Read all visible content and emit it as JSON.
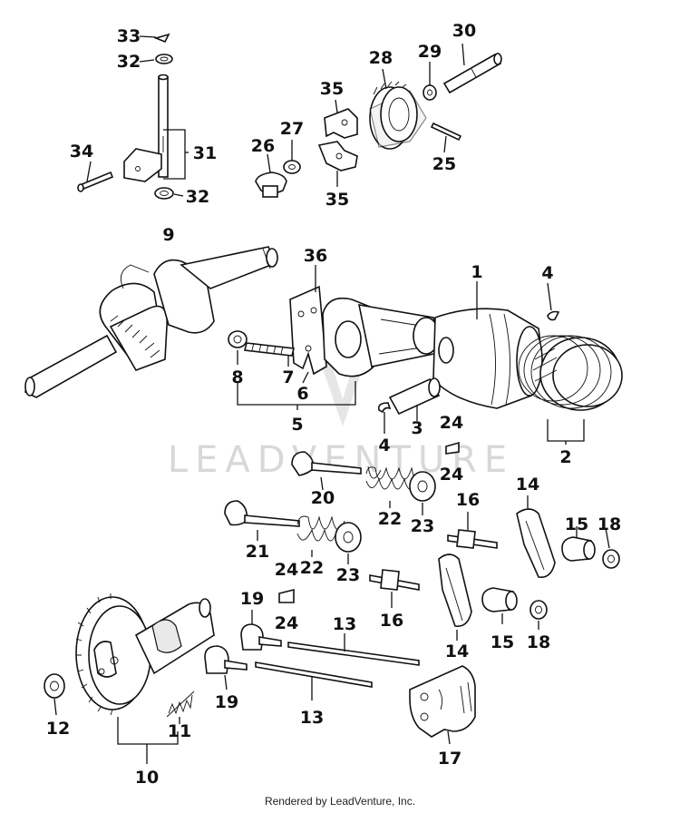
{
  "watermark": {
    "text": "LEADVENTURE"
  },
  "footer": {
    "text": "Rendered by LeadVenture, Inc."
  },
  "callouts": {
    "c33": "33",
    "c32a": "32",
    "c32b": "32",
    "c34": "34",
    "c31": "31",
    "c26": "26",
    "c27": "27",
    "c35a": "35",
    "c35b": "35",
    "c28": "28",
    "c29": "29",
    "c30": "30",
    "c25": "25",
    "c9": "9",
    "c36": "36",
    "c1": "1",
    "c4a": "4",
    "c4b": "4",
    "c8": "8",
    "c7": "7",
    "c6": "6",
    "c5": "5",
    "c3": "3",
    "c24a": "24",
    "c24b": "24",
    "c24c": "24",
    "c24d": "24",
    "c2": "2",
    "c20": "20",
    "c22a": "22",
    "c23a": "23",
    "c16a": "16",
    "c16b": "16",
    "c14a": "14",
    "c14b": "14",
    "c15a": "15",
    "c15b": "15",
    "c18a": "18",
    "c18b": "18",
    "c21": "21",
    "c22b": "22",
    "c23b": "23",
    "c19a": "19",
    "c19b": "19",
    "c13a": "13",
    "c13b": "13",
    "c12": "12",
    "c11": "11",
    "c10": "10",
    "c17": "17"
  }
}
